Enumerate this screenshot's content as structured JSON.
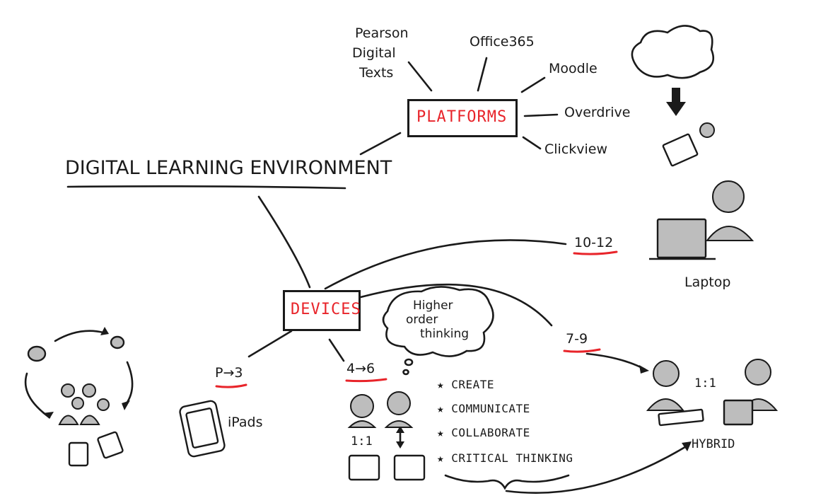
{
  "title": "DIGITAL LEARNING ENVIRONMENT",
  "platforms": {
    "label": "PLATFORMS",
    "items": [
      "Pearson",
      "Digital",
      "Texts",
      "Office365",
      "Moodle",
      "Overdrive",
      "Clickview"
    ]
  },
  "devices": {
    "label": "DEVICES",
    "stages": [
      "P→3",
      "4→6",
      "7-9",
      "10-12"
    ],
    "ipads": "iPads",
    "one_to_one_a": "1:1",
    "one_to_one_b": "1:1",
    "hybrid": "HYBRID",
    "laptop": "Laptop",
    "thought": [
      "Higher",
      "order",
      "thinking"
    ],
    "skills": [
      "★ CREATE",
      "★ COMMUNICATE",
      "★ COLLABORATE",
      "★ CRITICAL THINKING"
    ]
  },
  "colors": {
    "accent": "#e8242a",
    "ink": "#1a1a1a",
    "shade": "#bdbdbd"
  }
}
